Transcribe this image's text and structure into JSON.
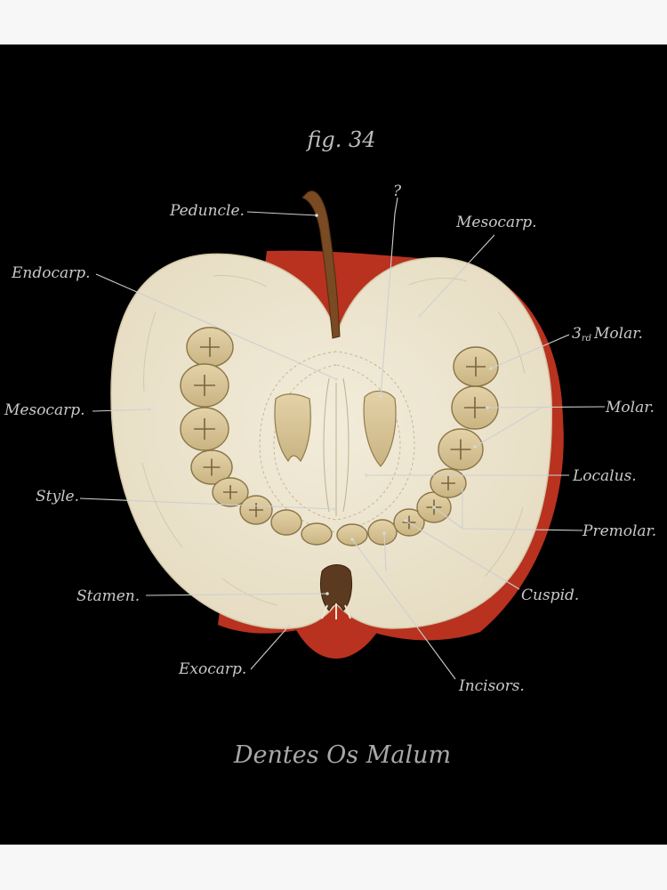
{
  "figure": {
    "number_label": "fig. 34",
    "caption": "Dentes Os Malum"
  },
  "labels": {
    "peduncle": "Peduncle.",
    "question": "?",
    "mesocarp_right": "Mesocarp.",
    "endocarp": "Endocarp.",
    "molar3_prefix": "3",
    "molar3_sup": "rd",
    "molar3_word": "Molar.",
    "mesocarp_left": "Mesocarp.",
    "molar": "Molar.",
    "localus": "Localus.",
    "style": "Style.",
    "premolar": "Premolar.",
    "cuspid": "Cuspid.",
    "stamen": "Stamen.",
    "exocarp": "Exocarp.",
    "incisors": "Incisors."
  },
  "colors": {
    "background": "#000000",
    "page_margin": "#f7f7f7",
    "flesh": "#ece4cf",
    "skin": "#b8321f",
    "tooth": "#d8c59a",
    "stem": "#7a4a22",
    "label_text": "#c9c9c9"
  }
}
